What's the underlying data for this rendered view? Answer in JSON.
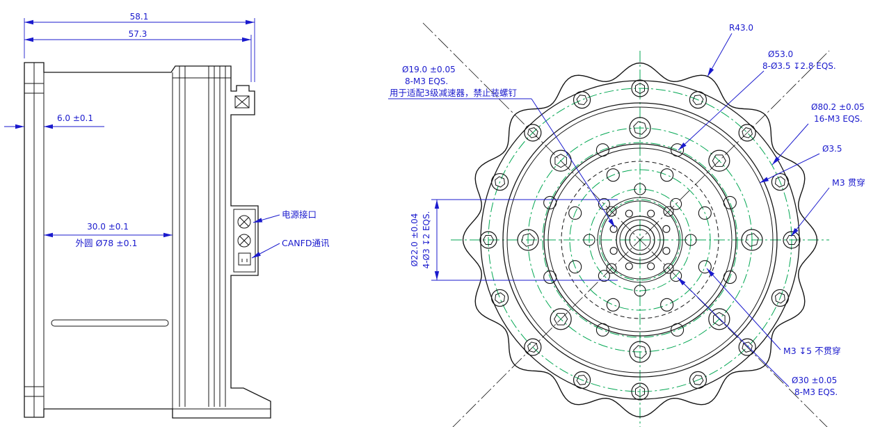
{
  "colors": {
    "line": "#141414",
    "dimension": "#1a1acd",
    "centerline_green": "#00a651",
    "background": "#ffffff"
  },
  "side_view": {
    "dim_58_1": "58.1",
    "dim_57_3": "57.3",
    "dim_6_0": "6.0 ±0.1",
    "dim_30_0": "30.0 ±0.1",
    "dim_outer_78": "外圆 Ø78 ±0.1",
    "label_power": "电源接口",
    "label_canfd": "CANFD通讯"
  },
  "front_view": {
    "dim_r43": "R43.0",
    "dim_53": "Ø53.0",
    "dim_53_sub": "8-Ø3.5 ↧2.8 EQS.",
    "dim_19": "Ø19.0 ±0.05",
    "dim_19_sub": "8-M3 EQS.",
    "dim_19_note": "用于适配3级减速器，禁止装螺钉",
    "dim_80": "Ø80.2 ±0.05",
    "dim_80_sub": "16-M3 EQS.",
    "dim_3_5": "Ø3.5",
    "dim_m3_through": "M3 贯穿",
    "dim_22": "Ø22.0 ±0.04",
    "dim_22_sub": "4-Ø3 ↧2 EQS.",
    "dim_m3_blind": "M3 ↧5 不贯穿",
    "dim_30": "Ø30 ±0.05",
    "dim_30_sub": "8-M3 EQS."
  }
}
